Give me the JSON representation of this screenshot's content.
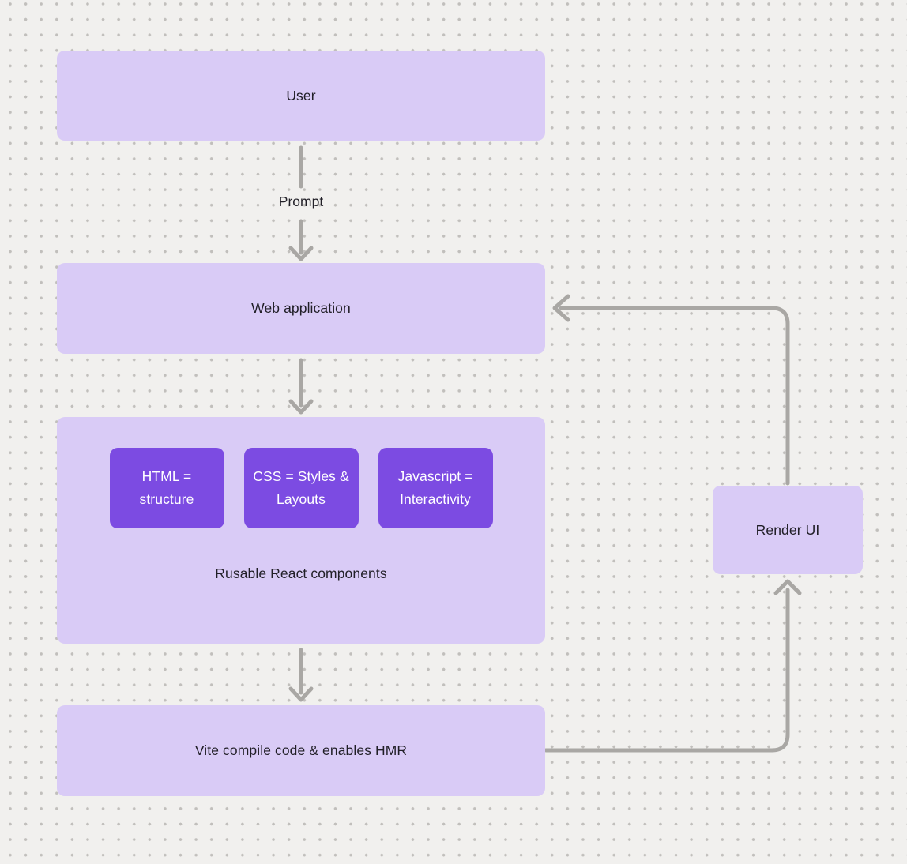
{
  "diagram": {
    "nodes": {
      "user": {
        "label": "User"
      },
      "web_application": {
        "label": "Web application"
      },
      "components_container": {
        "label": "Rusable React components",
        "children": [
          {
            "label": "HTML = structure"
          },
          {
            "label": "CSS = Styles & Layouts"
          },
          {
            "label": "Javascript = Interactivity"
          }
        ]
      },
      "vite": {
        "label": "Vite compile code & enables HMR"
      },
      "render_ui": {
        "label": "Render UI"
      }
    },
    "edges": {
      "user_to_webapp_label": "Prompt"
    },
    "colors": {
      "canvas_background": "#f1f0ee",
      "grid_dot": "#c1bfbc",
      "node_fill": "#d9cbf6",
      "sub_node_fill": "#7c4be2",
      "sub_node_text": "#ffffff",
      "node_text": "#211f27",
      "connector": "#a9a7a4"
    }
  }
}
